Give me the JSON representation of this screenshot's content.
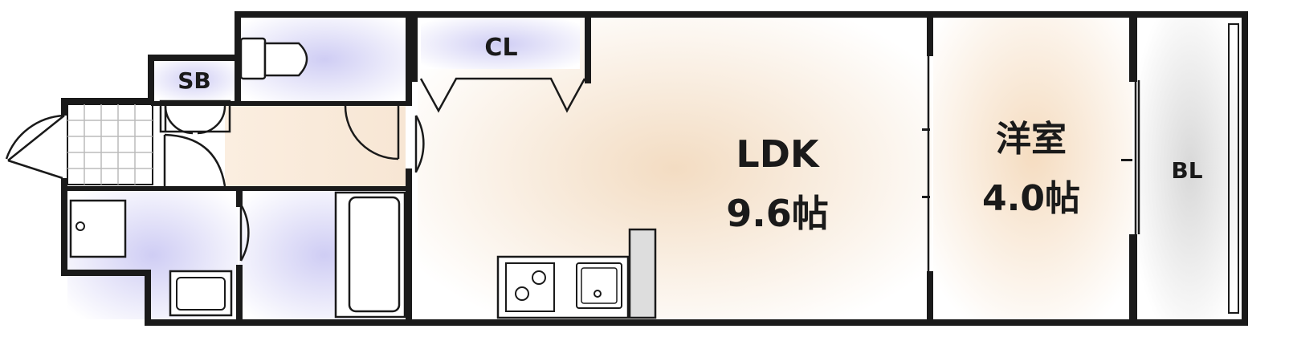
{
  "rooms": {
    "ldk": {
      "name": "LDK",
      "size": "9.6帖"
    },
    "western": {
      "name": "洋室",
      "size": "4.0帖"
    },
    "closet": {
      "name": "CL"
    },
    "shoe_box": {
      "name": "SB"
    },
    "balcony": {
      "name": "BL"
    }
  },
  "colors": {
    "wall": "#1a1a1a",
    "warm_floor": "#f3dcc2",
    "wet_area": "#cfcdf4",
    "balcony": "#dcdcdc",
    "background": "#ffffff"
  }
}
